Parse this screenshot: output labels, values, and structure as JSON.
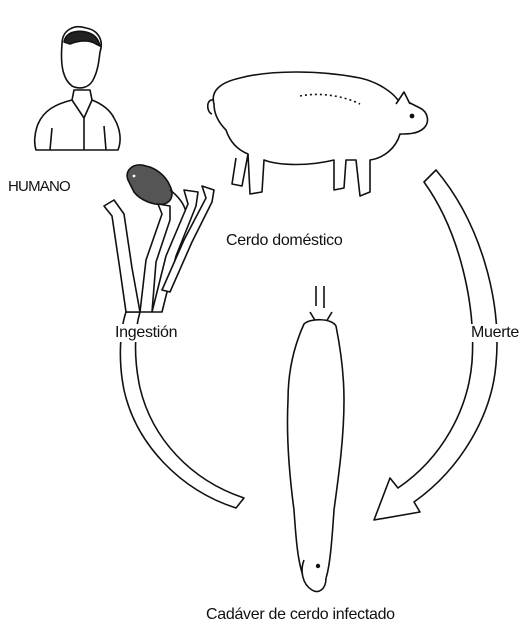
{
  "labels": {
    "human": "HUMANO",
    "domestic_pig": "Cerdo doméstico",
    "death": "Muerte",
    "ingestion": "Ingestión",
    "infected_carcass": "Cadáver de cerdo infectado"
  },
  "icons": [
    "human-figure-icon",
    "domestic-pig-icon",
    "rat-icon",
    "hanging-carcass-icon"
  ],
  "colors": {
    "ink": "#111111",
    "arrow_fill": "#ffffff",
    "background": "#ffffff"
  }
}
